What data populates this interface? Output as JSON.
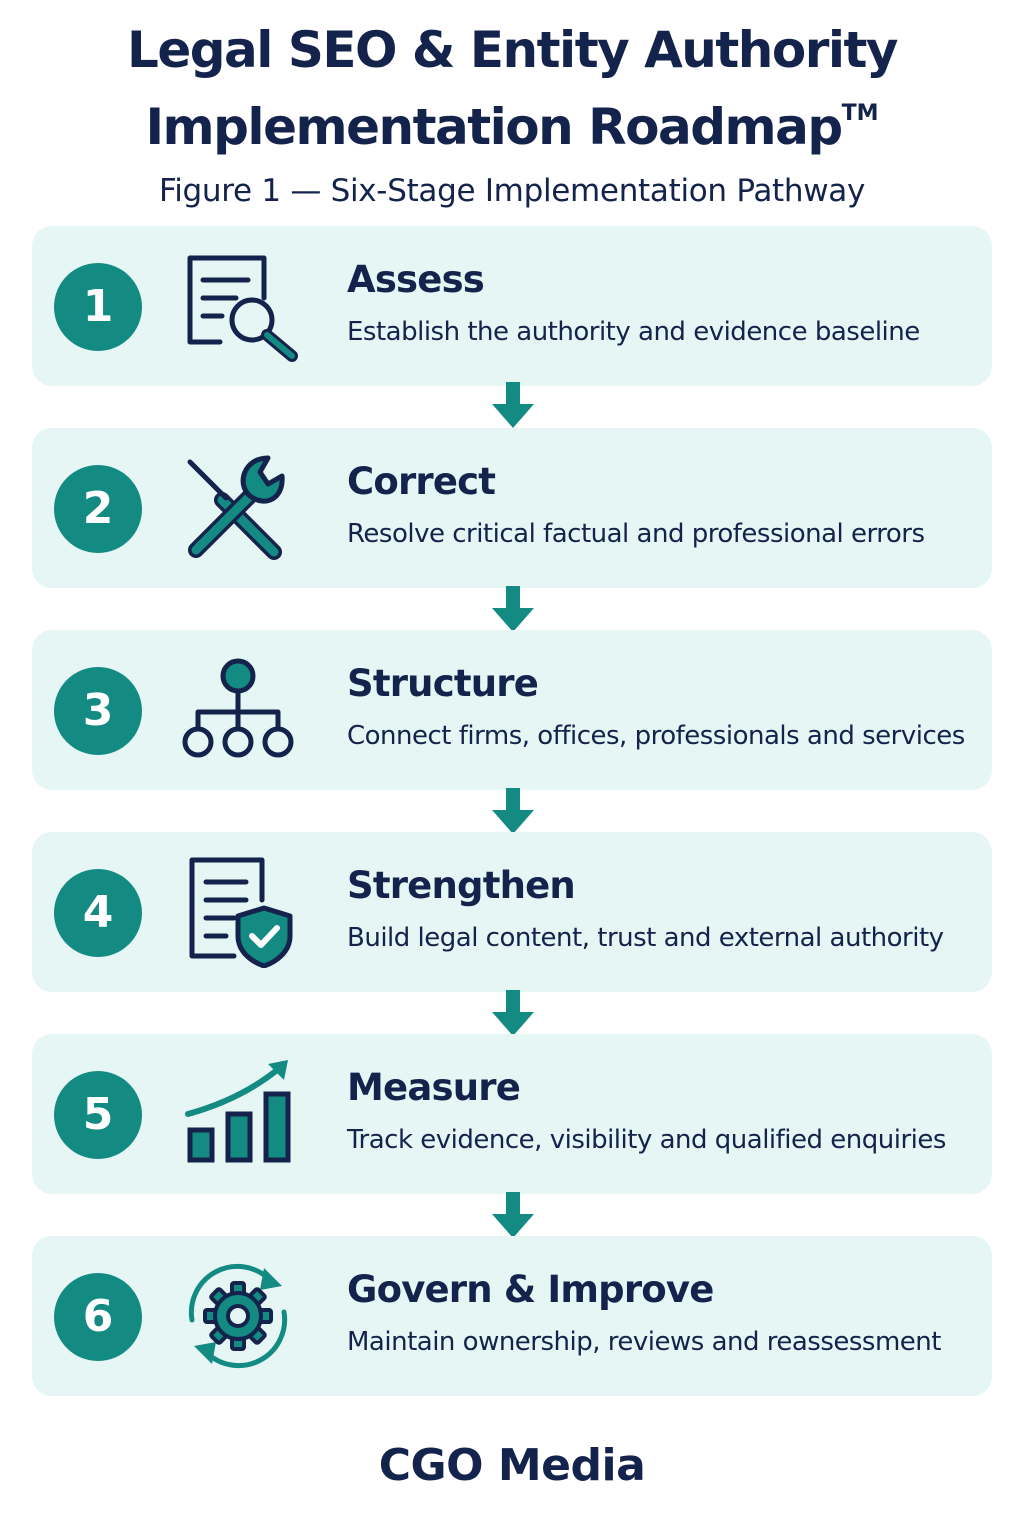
{
  "header": {
    "title_line1": "Legal SEO & Entity Authority",
    "title_line2": "Implementation Roadmap",
    "trademark": "TM",
    "subtitle": "Figure 1 — Six-Stage Implementation Pathway"
  },
  "colors": {
    "primary_navy": "#14234b",
    "accent_teal": "#138a82",
    "card_background": "#e5f6f5"
  },
  "stages": [
    {
      "number": "1",
      "title": "Assess",
      "description": "Establish the authority and evidence baseline",
      "icon": "document-magnifier-icon"
    },
    {
      "number": "2",
      "title": "Correct",
      "description": "Resolve critical factual and professional errors",
      "icon": "wrench-screwdriver-icon"
    },
    {
      "number": "3",
      "title": "Structure",
      "description": "Connect firms, offices, professionals and services",
      "icon": "hierarchy-icon"
    },
    {
      "number": "4",
      "title": "Strengthen",
      "description": "Build legal content, trust and external authority",
      "icon": "document-shield-icon"
    },
    {
      "number": "5",
      "title": "Measure",
      "description": "Track evidence, visibility and qualified enquiries",
      "icon": "growth-chart-icon"
    },
    {
      "number": "6",
      "title": "Govern & Improve",
      "description": "Maintain ownership, reviews and reassessment",
      "icon": "gear-cycle-icon"
    }
  ],
  "footer": {
    "brand": "CGO Media"
  }
}
